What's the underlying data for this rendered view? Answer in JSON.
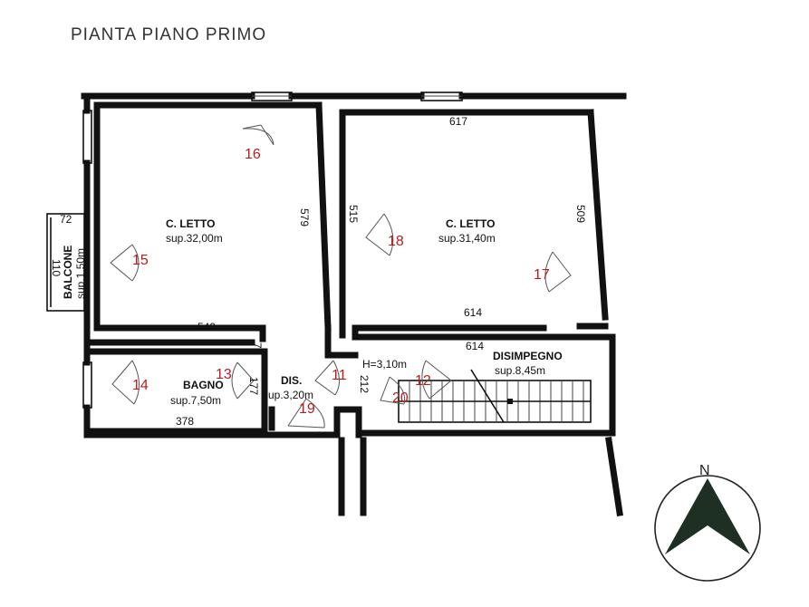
{
  "title": "PIANTA PIANO PRIMO",
  "rooms": {
    "letto1": {
      "name": "C.  LETTO",
      "area": "sup.32,00m"
    },
    "letto2": {
      "name": "C.  LETTO",
      "area": "sup.31,40m"
    },
    "bagno": {
      "name": "BAGNO",
      "area": "sup.7,50m"
    },
    "dis": {
      "name": "DIS.",
      "area": "sup.3,20m"
    },
    "disimpegno": {
      "name": "DISIMPEGNO",
      "area": "sup.8,45m"
    },
    "balcone": {
      "name": "BALCONE",
      "area": "sup.1,50m"
    }
  },
  "dimensions": {
    "d617": "617",
    "d579": "579",
    "d515": "515",
    "d509": "509",
    "d549": "549",
    "d614a": "614",
    "d614b": "614",
    "d378": "378",
    "d72": "72",
    "d212": "212",
    "d177": "177",
    "d74": "74",
    "d110": "110",
    "height": "H=3,10m"
  },
  "photo_points": {
    "p11": "11",
    "p12": "12",
    "p13": "13",
    "p14": "14",
    "p15": "15",
    "p16": "16",
    "p17": "17",
    "p18": "18",
    "p19": "19",
    "p20": "20"
  },
  "compass": {
    "label": "N"
  },
  "colors": {
    "wall": "#111111",
    "photo_numbers": "#b51e1e",
    "background": "#ffffff"
  }
}
